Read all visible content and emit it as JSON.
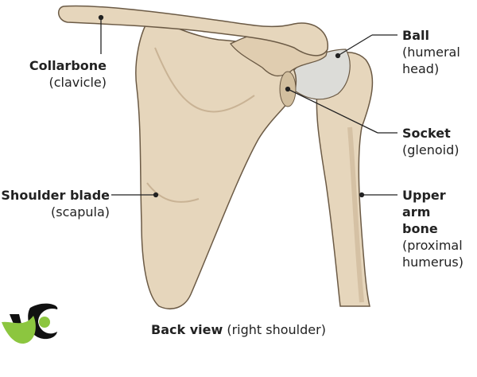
{
  "labels": {
    "collarbone": {
      "name": "Collarbone",
      "sub": "(clavicle)"
    },
    "shoulder_blade": {
      "name": "Shoulder blade",
      "sub": "(scapula)"
    },
    "ball": {
      "name": "Ball",
      "sub1": "(humeral",
      "sub2": "head)"
    },
    "socket": {
      "name": "Socket",
      "sub": "(glenoid)"
    },
    "upper_arm": {
      "name1": "Upper arm",
      "name2": "bone",
      "sub1": "(proximal",
      "sub2": "humerus)"
    }
  },
  "caption": {
    "bold": "Back view",
    "rest": " (right shoulder)"
  },
  "colors": {
    "bone": "#e6d6bc",
    "bone_shade": "#c9b395",
    "outline": "#6b5a45",
    "cartilage": "#dcdcd8",
    "logo_green": "#8cc63f"
  }
}
